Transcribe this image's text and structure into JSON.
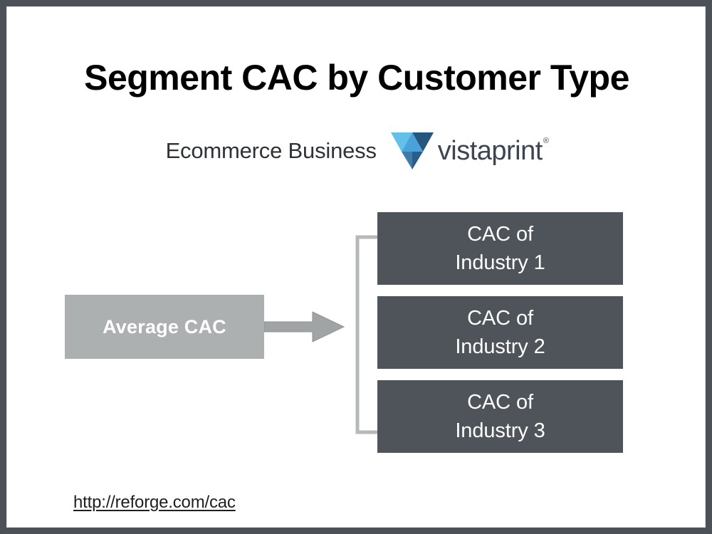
{
  "slide": {
    "title": "Segment CAC by Customer Type",
    "subtitle": "Ecommerce Business",
    "background_color": "#ffffff",
    "frame_color": "#4c5158"
  },
  "brand": {
    "name": "vistaprint",
    "registered_symbol": "®",
    "wordmark_color": "#3c4551",
    "mark_colors": {
      "light_blue": "#63c0e8",
      "mid_blue": "#4aa3d8",
      "navy": "#2b5d8b",
      "dark_navy": "#24567f",
      "steel_blue": "#3f7ca8"
    }
  },
  "diagram": {
    "type": "flow",
    "source_node": {
      "label": "Average CAC",
      "fill_color": "#adb0b1",
      "text_color": "#ffffff"
    },
    "connector": {
      "arrow_color": "#a0a4a5",
      "bracket_color": "#b6b9ba",
      "arrow_direction": "right"
    },
    "target_nodes": [
      {
        "line1": "CAC of",
        "line2": "Industry 1",
        "fill_color": "#4e545a",
        "text_color": "#ffffff"
      },
      {
        "line1": "CAC of",
        "line2": "Industry 2",
        "fill_color": "#4e545a",
        "text_color": "#ffffff"
      },
      {
        "line1": "CAC of",
        "line2": "Industry 3",
        "fill_color": "#4e545a",
        "text_color": "#ffffff"
      }
    ]
  },
  "footer": {
    "source_url": "http://reforge.com/cac"
  }
}
